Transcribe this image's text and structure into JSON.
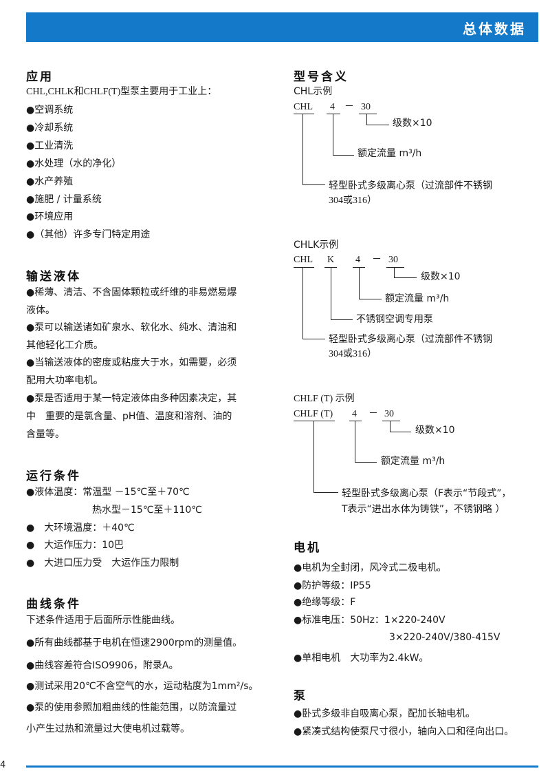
{
  "header": {
    "title": "总体数据"
  },
  "left": {
    "application": {
      "title": "应用",
      "intro": "CHL,CHLK和CHLF(T)型泵主要用于工业上：",
      "items": [
        "●空调系统",
        "●冷却系统",
        "●工业清洗",
        "●水处理（水的净化）",
        "●水产养殖",
        "●施肥 / 计量系统",
        "●环境应用",
        "●（其他）许多专门特定用途"
      ]
    },
    "liquids": {
      "title": "输送液体",
      "lines": [
        "●稀薄、清洁、不含固体颗粒或纤维的非易燃易爆",
        "液体。",
        "●泵可以输送诸如矿泉水、软化水、纯水、清油和",
        "其他轻化工介质。",
        "●当输送液体的密度或粘度大于水，如需要，必须",
        "配用大功率电机。",
        "●泵是否适用于某一特定液体由多种因素决定，其",
        "中　重要的是氯含量、pH值、温度和溶剂、油的",
        "含量等。"
      ]
    },
    "operating": {
      "title": "运行条件",
      "lines": [
        "●液体温度：常温型 －15℃至＋70℃",
        "热水型－15℃至＋110℃",
        "●　大环境温度：＋40℃",
        "●　大运作压力：10巴",
        "●　大进口压力受　大运作压力限制"
      ]
    },
    "curves": {
      "title": "曲线条件",
      "lines": [
        "下述条件适用于后面所示性能曲线。",
        "●所有曲线都基于电机在恒速2900rpm的测量值。",
        "●曲线容差符合ISO9906，附录A。",
        "●测试采用20℃不含空气的水，运动粘度为1mm²/s。",
        "●泵的使用参照加粗曲线的性能范围，以防流量过",
        "小产生过热和流量过大使电机过载等。"
      ]
    }
  },
  "right": {
    "model": {
      "title": "型号含义",
      "chl": {
        "caption": "CHL示例",
        "codes": [
          "CHL",
          "4",
          "－",
          "30"
        ],
        "labels": [
          "级数×10",
          "额定流量 m³/h",
          "轻型卧式多级离心泵（过流部件不锈钢",
          "304或316）"
        ]
      },
      "chlk": {
        "caption": "CHLK示例",
        "codes": [
          "CHL",
          "K",
          "4",
          "－",
          "30"
        ],
        "labels": [
          "级数×10",
          "额定流量 m³/h",
          "不锈钢空调专用泵",
          "轻型卧式多级离心泵（过流部件不锈钢",
          "304或316）"
        ]
      },
      "chlf": {
        "caption": "CHLF (T) 示例",
        "codes": [
          "CHLF (T)",
          "4",
          "－",
          "30"
        ],
        "labels": [
          "级数×10",
          "额定流量 m³/h",
          "轻型卧式多级离心泵（F表示“节段式”，",
          "T表示“进出水体为铸铁”，不锈钢略 ）"
        ]
      }
    },
    "motor": {
      "title": "电机",
      "lines": [
        "●电机为全封闭，风冷式二极电机。",
        "●防护等级：IP55",
        "●绝缘等级：F",
        "●标准电压：50Hz：1×220-240V",
        "3×220-240V/380-415V",
        "●单相电机　大功率为2.4kW。"
      ]
    },
    "pump": {
      "title": "泵",
      "lines": [
        "●卧式多级非自吸离心泵，配加长轴电机。",
        "●紧凑式结构使泵尺寸很小，轴向入口和径向出口。"
      ]
    }
  },
  "footer": {
    "page": "4"
  },
  "colors": {
    "accent": "#1479c8"
  }
}
